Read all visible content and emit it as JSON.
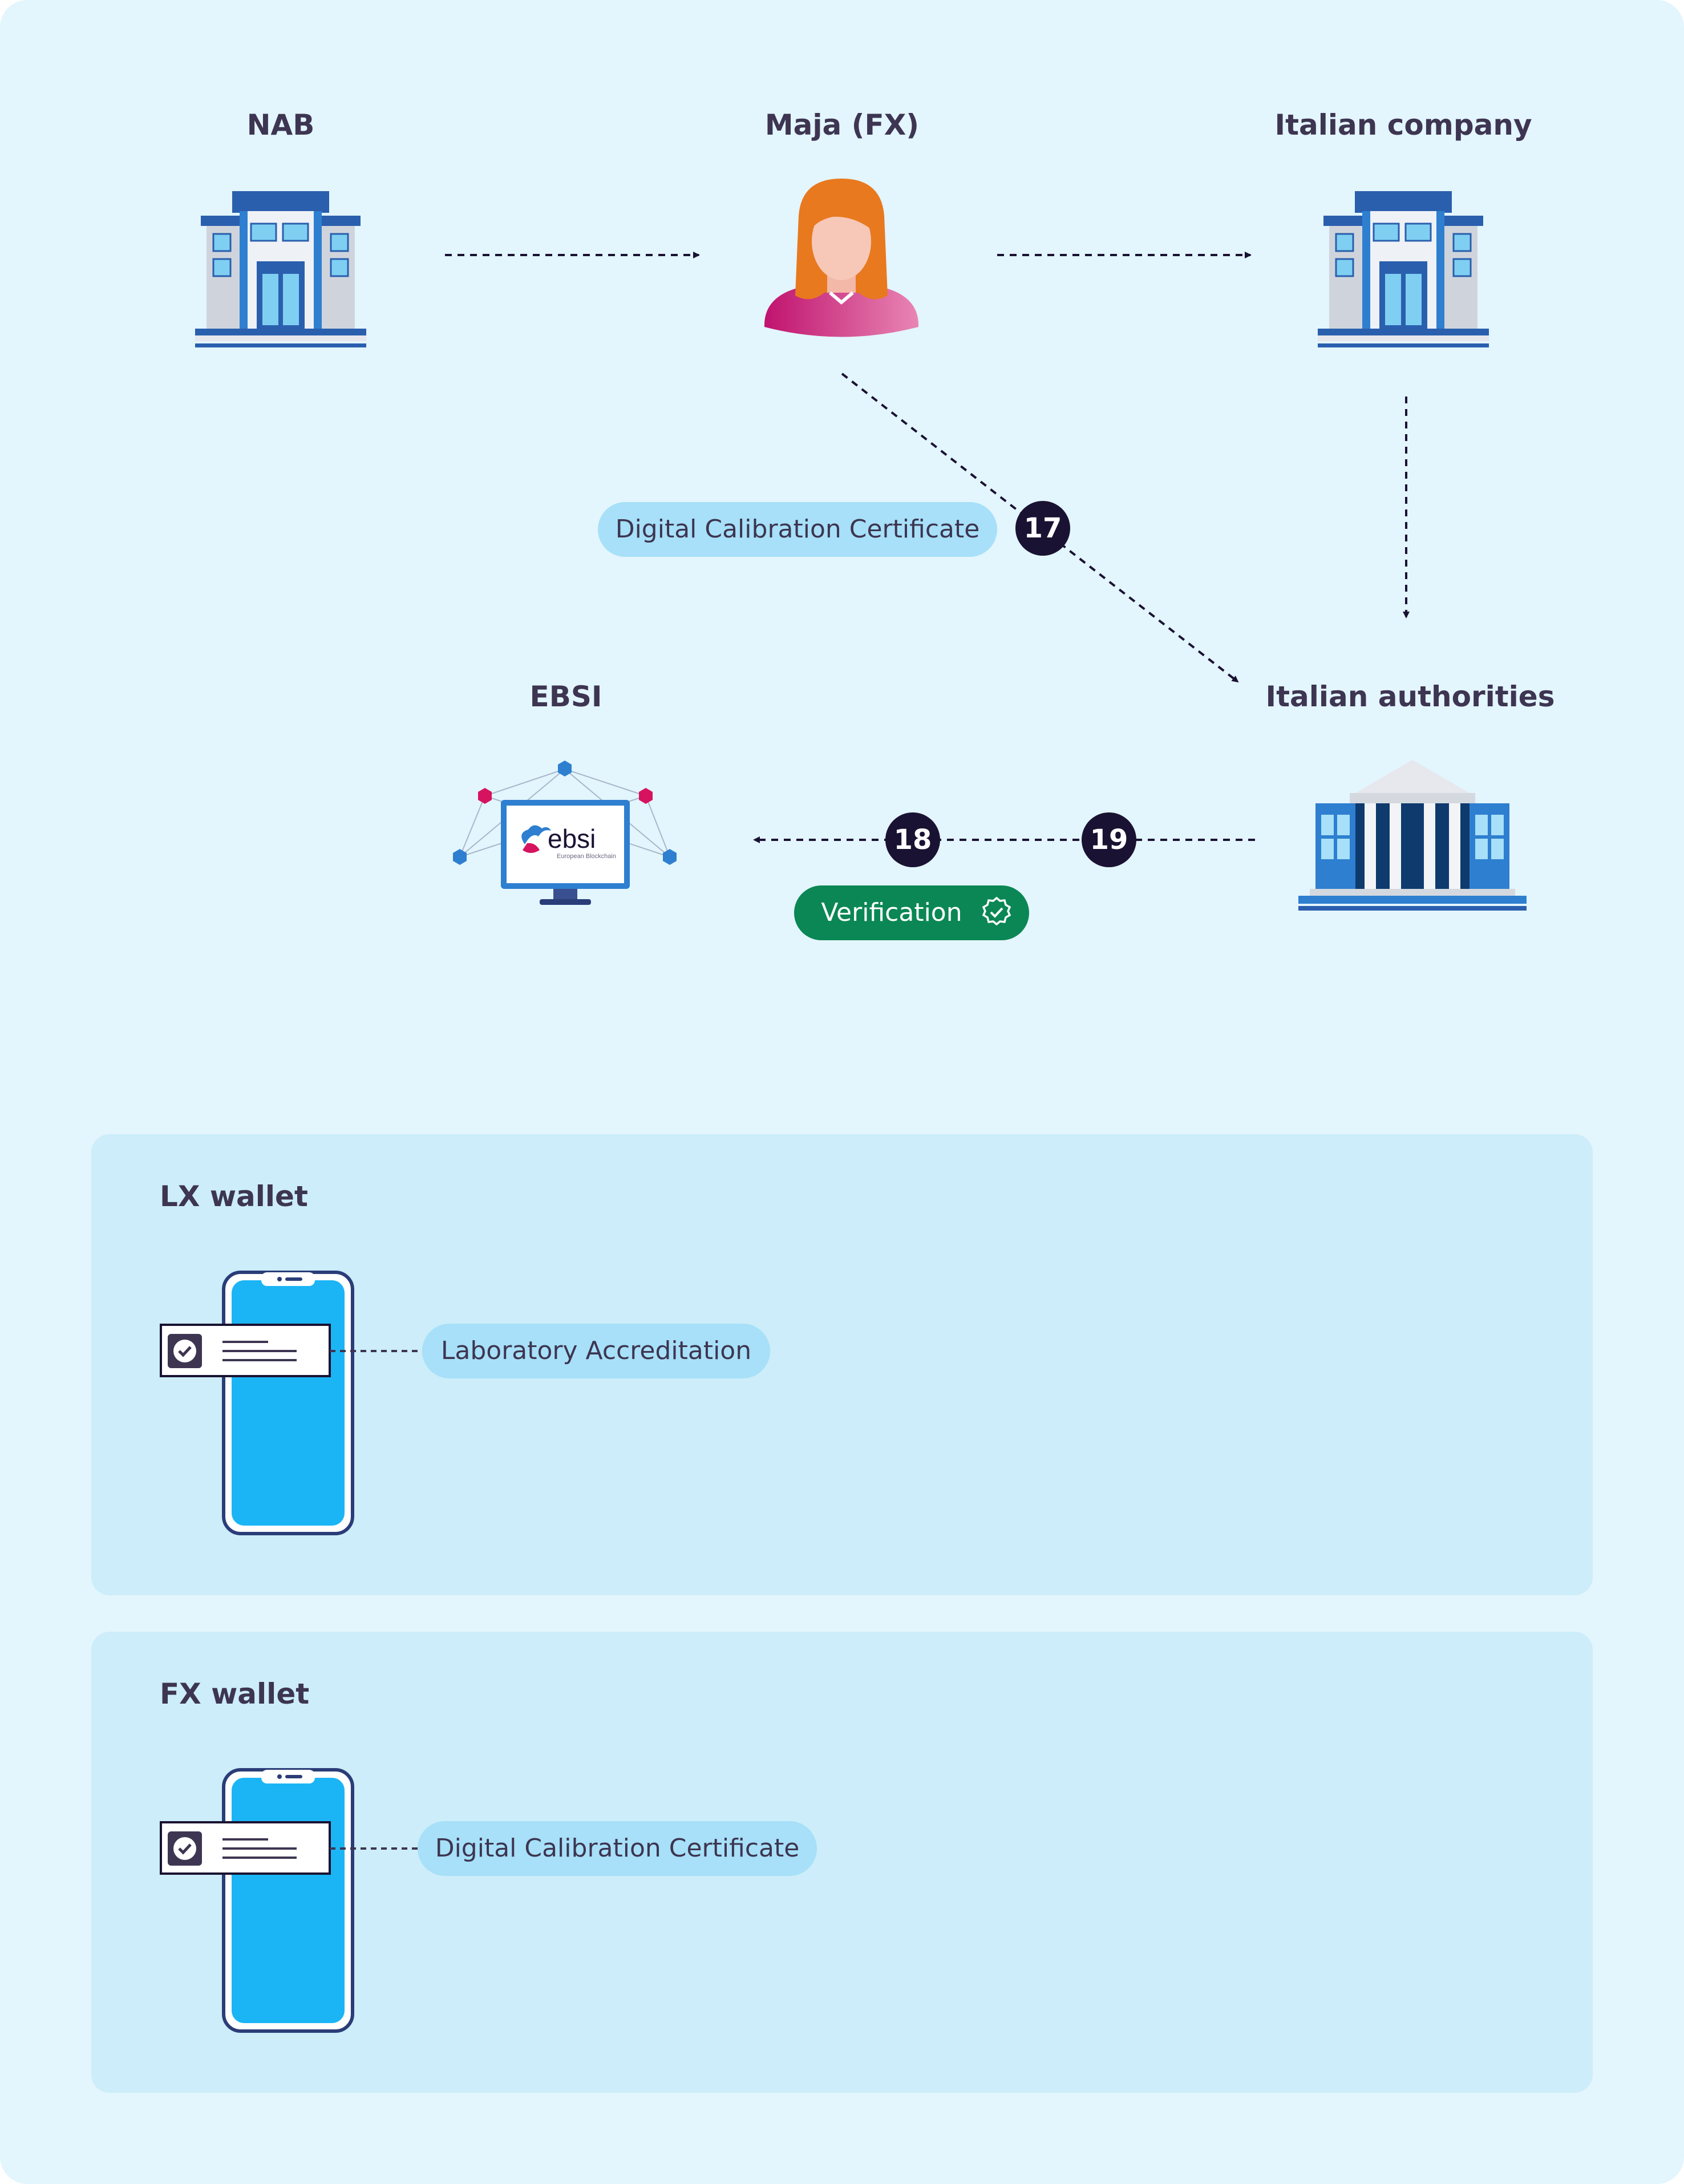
{
  "nodes": {
    "nab": "NAB",
    "maja": "Maja (FX)",
    "italian_company": "Italian company",
    "ebsi": "EBSI",
    "italian_authorities": "Italian authorities"
  },
  "ebsi_logo": {
    "wordmark": "ebsi",
    "subtitle": "European Blockchain"
  },
  "flow": {
    "credential_pill": "Digital Calibration Certificate",
    "step_17": "17",
    "step_18": "18",
    "step_19": "19",
    "verification_pill": "Verification"
  },
  "wallets": {
    "lx": {
      "title": "LX wallet",
      "credential": "Laboratory Accreditation"
    },
    "fx": {
      "title": "FX wallet",
      "credential": "Digital Calibration Certificate"
    }
  },
  "colors": {
    "background": "#e3f5fd",
    "panel": "#ccedf9",
    "pill_blue": "#a7e0f8",
    "verification_green": "#0a8754",
    "badge_dark": "#1a1232",
    "text": "#3d3551"
  }
}
